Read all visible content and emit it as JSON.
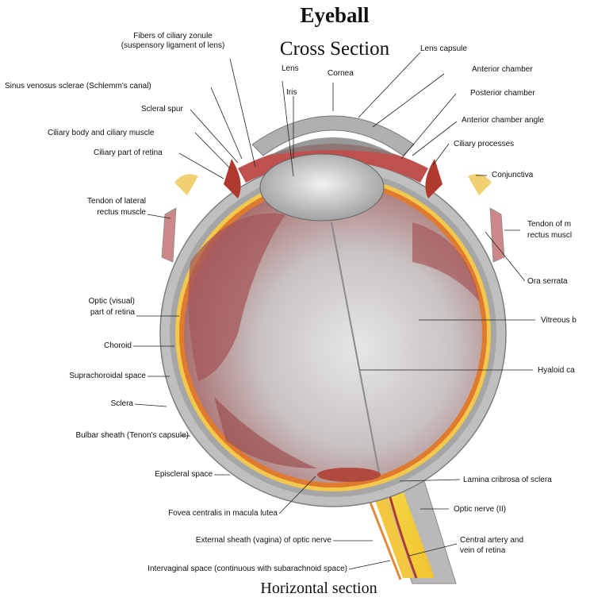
{
  "title": "Eyeball",
  "subtitle": "Cross Section",
  "footer": "Horizontal section",
  "labels": {
    "fibers_zonule_1": "Fibers of ciliary zonule",
    "fibers_zonule_2": "(suspensory ligament of lens)",
    "lens": "Lens",
    "iris": "Iris",
    "cornea": "Cornea",
    "lens_capsule": "Lens capsule",
    "anterior_chamber": "Anterior chamber",
    "posterior_chamber": "Posterior chamber",
    "anterior_chamber_angle": "Anterior chamber angle",
    "ciliary_processes": "Ciliary processes",
    "conjunctiva": "Conjunctiva",
    "tendon_medial_1": "Tendon of m",
    "tendon_medial_2": "rectus muscl",
    "ora_serrata": "Ora serrata",
    "vitreous": "Vitreous b",
    "hyaloid": "Hyaloid ca",
    "lamina_cribrosa": "Lamina cribrosa of sclera",
    "optic_nerve": "Optic nerve (II)",
    "central_artery_1": "Central artery and",
    "central_artery_2": "vein of retina",
    "sinus_venosus": "Sinus venosus sclerae (Schlemm's canal)",
    "scleral_spur": "Scleral spur",
    "ciliary_body": "Ciliary body and ciliary muscle",
    "ciliary_part_retina": "Ciliary part of retina",
    "tendon_lateral_1": "Tendon of lateral",
    "tendon_lateral_2": "rectus muscle",
    "optic_part_retina_1": "Optic (visual)",
    "optic_part_retina_2": "part of retina",
    "choroid": "Choroid",
    "suprachoroidal": "Suprachoroidal space",
    "sclera": "Sclera",
    "bulbar_sheath": "Bulbar sheath (Tenon's capsule)",
    "episcleral": "Episcleral space",
    "fovea": "Fovea centralis in macula lutea",
    "external_sheath": "External sheath (vagina) of optic nerve",
    "intervaginal": "Intervaginal space (continuous with subarachnoid space)"
  },
  "colors": {
    "sclera": "#a9a9a9",
    "choroid": "#c0504d",
    "retina": "#f2c94c",
    "vitreous": "#c8c8c8",
    "lens": "#d9d9d9",
    "nerve": "#f4d03f"
  }
}
